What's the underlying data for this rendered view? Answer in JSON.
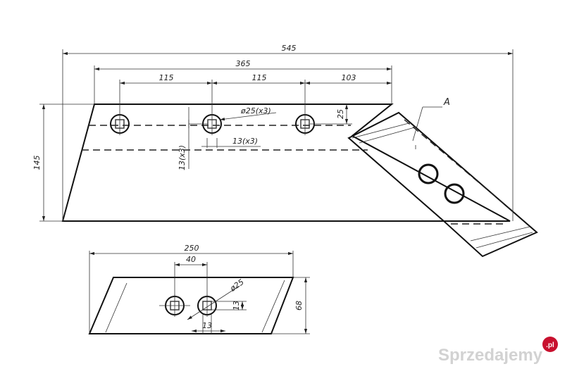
{
  "drawing": {
    "main_view": {
      "dims": {
        "overall_length": "545",
        "bolt_span": "365",
        "pitch_1": "115",
        "pitch_2": "115",
        "pitch_3": "103",
        "height": "145",
        "hole_offset_top": "25",
        "hole_dia": "ø25(x3)",
        "square_width": "13(x3)",
        "square_height": "13(x3)"
      },
      "detail_label": "A"
    },
    "second_view": {
      "dims": {
        "length": "250",
        "hole_pitch": "40",
        "hole_dia": "ø25",
        "square_height": "13",
        "square_width": "13",
        "height": "68"
      }
    }
  },
  "watermark": {
    "text": "Sprzedajemy",
    "badge": ".pl",
    "badge_color": "#c8102e"
  }
}
